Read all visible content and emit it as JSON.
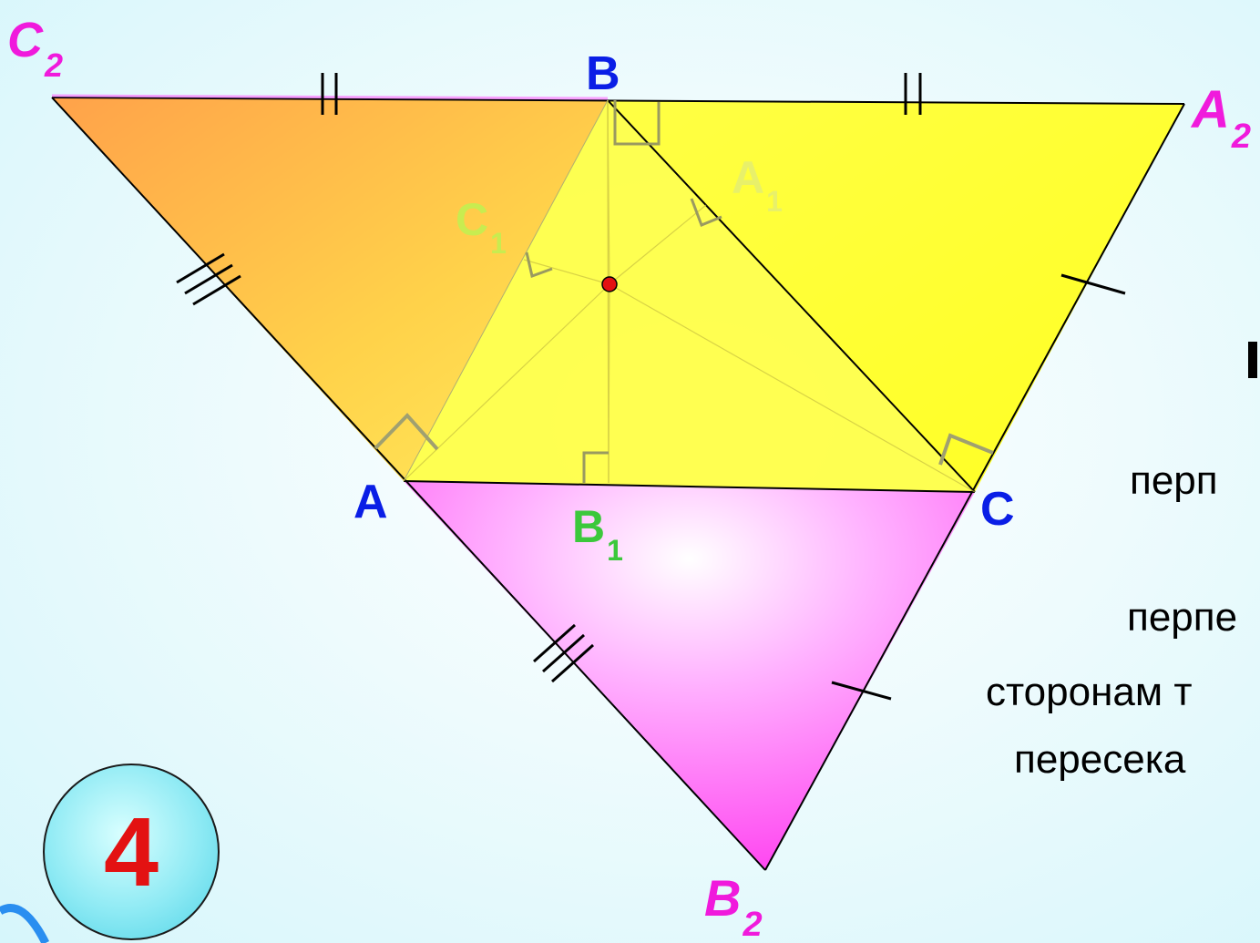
{
  "points": {
    "A": {
      "label": "A"
    },
    "B": {
      "label": "B"
    },
    "C": {
      "label": "C"
    },
    "A1": {
      "label": "A",
      "sub": "1"
    },
    "B1": {
      "label": "B",
      "sub": "1"
    },
    "C1": {
      "label": "C",
      "sub": "1"
    },
    "A2": {
      "label": "A",
      "sub": "2"
    },
    "B2": {
      "label": "B",
      "sub": "2"
    },
    "C2": {
      "label": "C",
      "sub": "2"
    }
  },
  "side_text": {
    "line1": "",
    "line2": "перп",
    "line3": "перпе",
    "line4": "сторонам т",
    "line5": "пересека"
  },
  "badge": {
    "number": "4"
  },
  "colors": {
    "vertex_labels": "#0a1ee6",
    "outer_labels": "#f01adc",
    "midpoint_labels": "#3cc83c",
    "upper_triangle": "#ffff33",
    "left_triangle": "#ffb347",
    "bottom_triangle": "#ff66ff",
    "center_point": "#e31212"
  }
}
